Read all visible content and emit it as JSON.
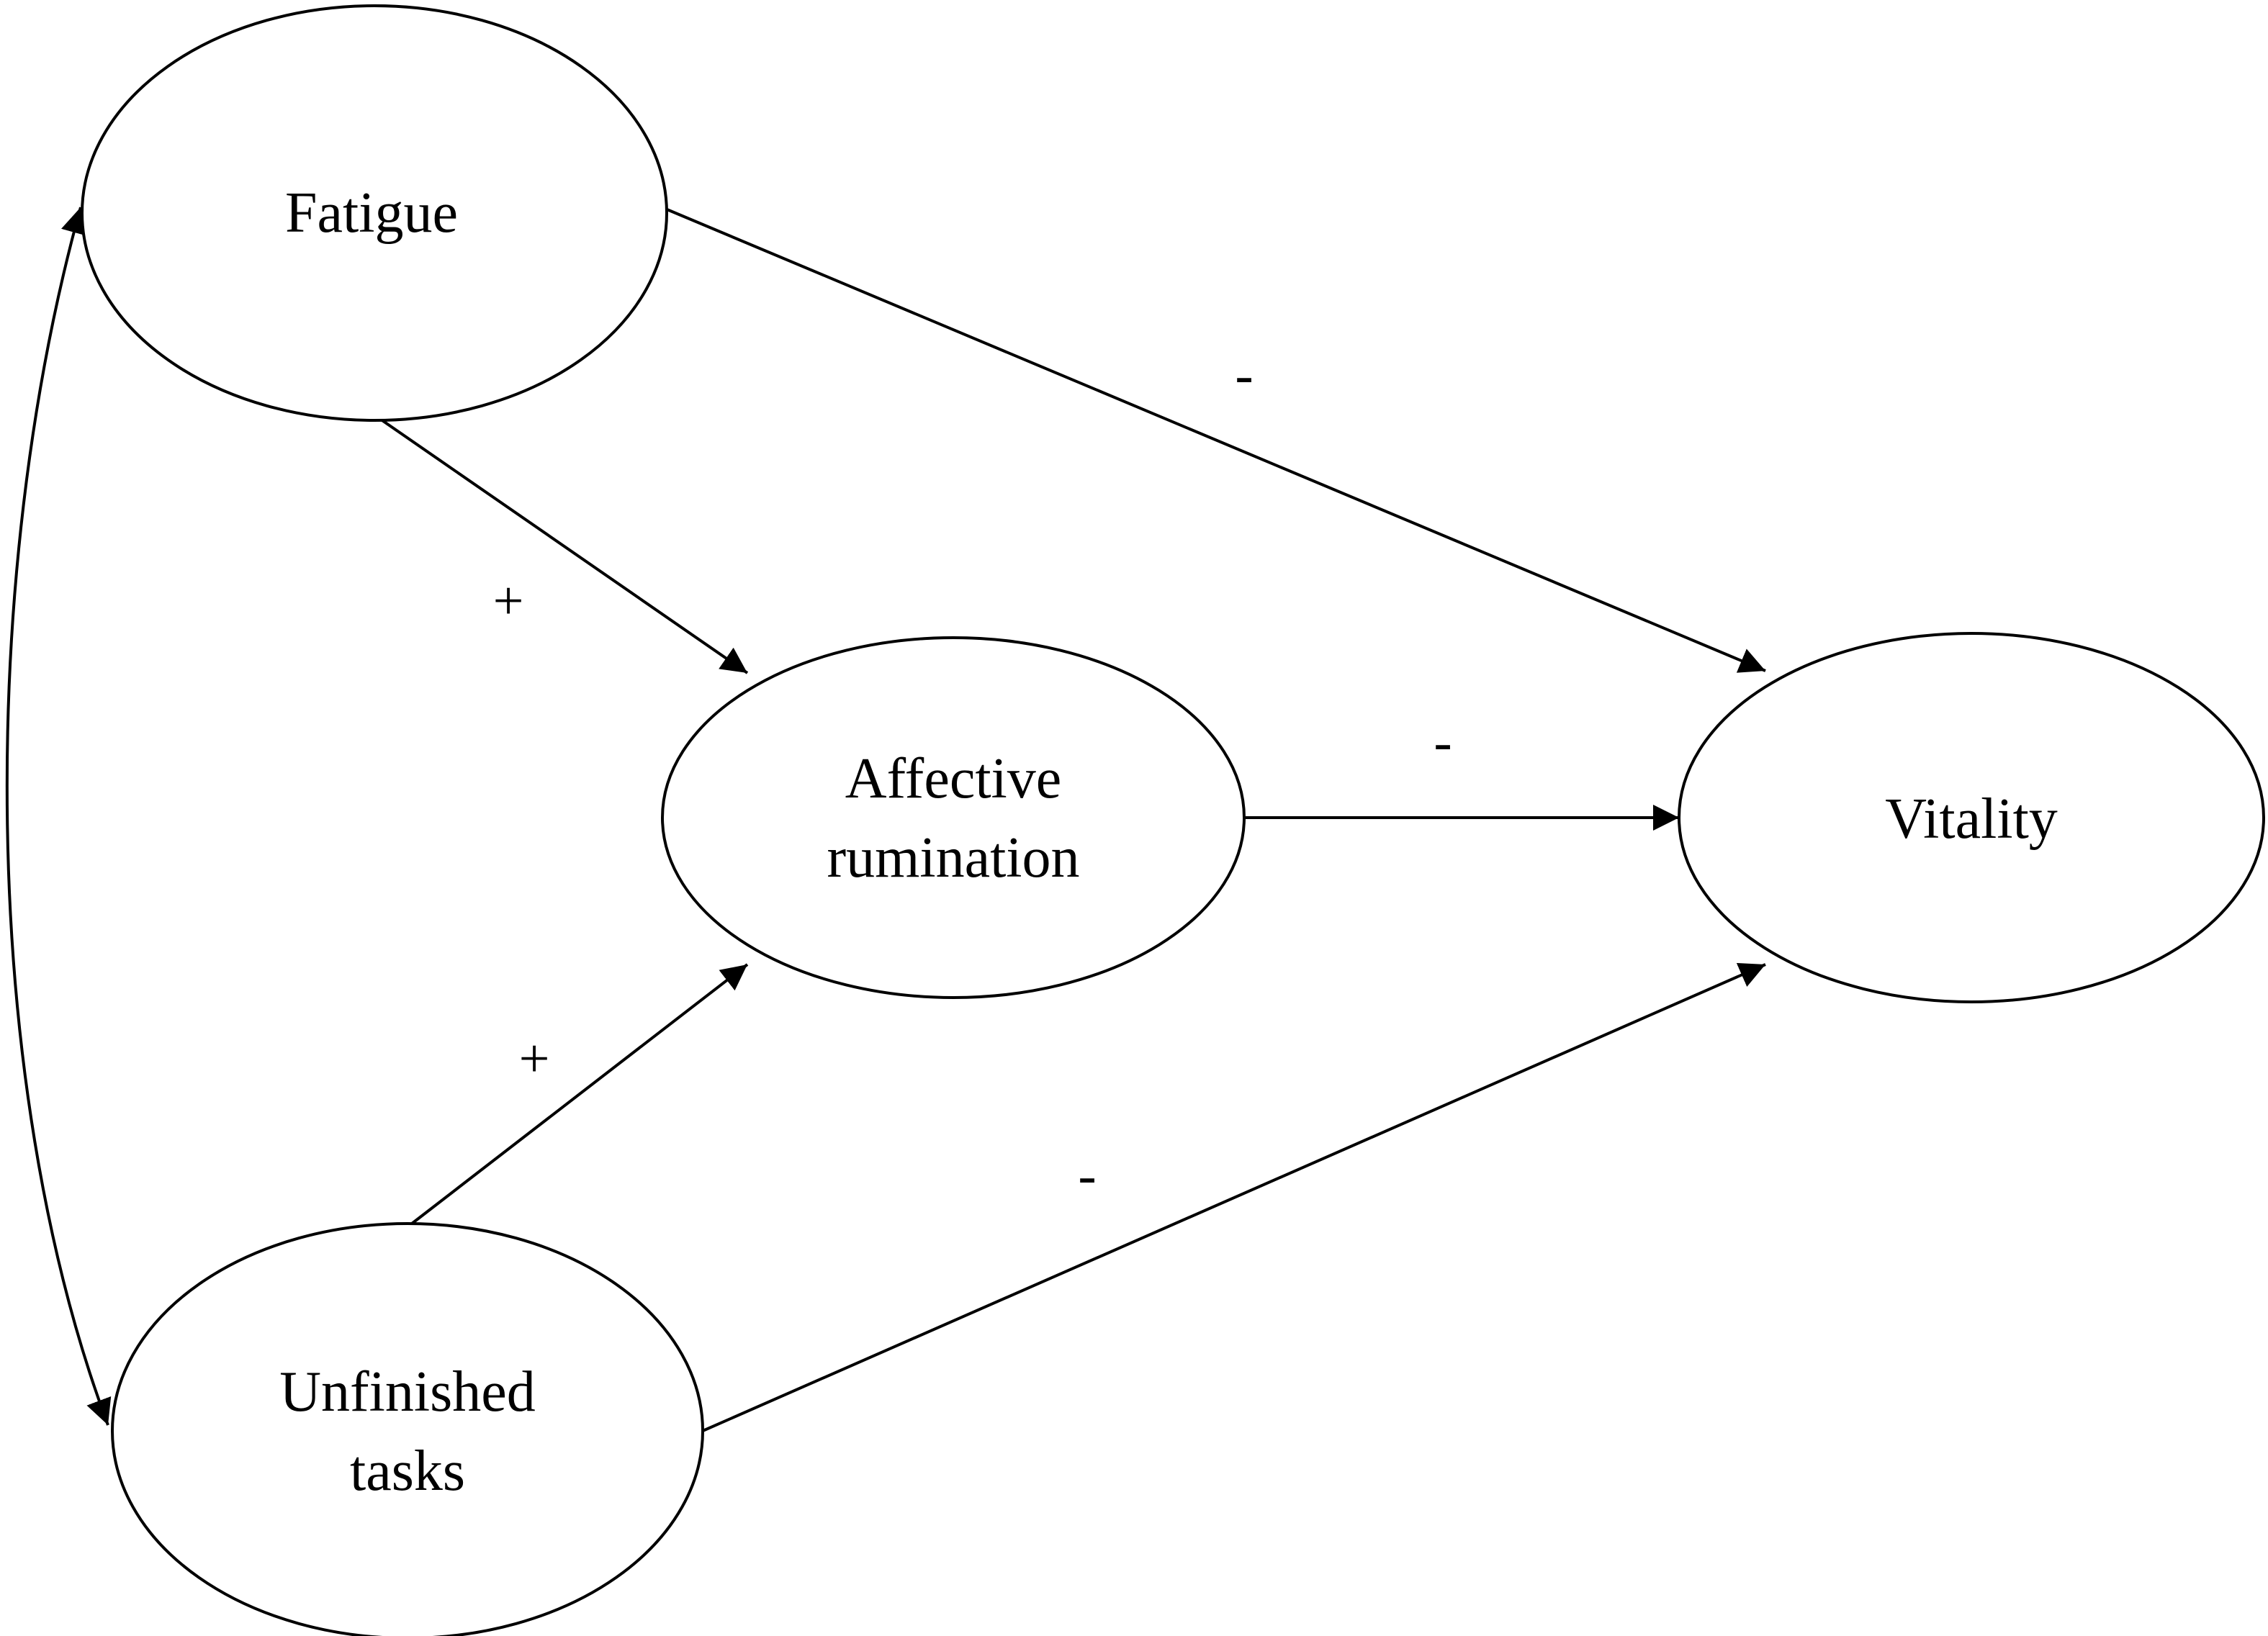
{
  "nodes": {
    "fatigue": {
      "label_lines": [
        "Fatigue"
      ]
    },
    "affective_rumination": {
      "label_lines": [
        "Affective",
        "rumination"
      ]
    },
    "unfinished_tasks": {
      "label_lines": [
        "Unfinished",
        "tasks"
      ]
    },
    "vitality": {
      "label_lines": [
        "Vitality"
      ]
    }
  },
  "edges": {
    "fatigue_to_rumination": {
      "sign": "+"
    },
    "unfinished_to_rumination": {
      "sign": "+"
    },
    "fatigue_to_vitality": {
      "sign": "-"
    },
    "rumination_to_vitality": {
      "sign": "-"
    },
    "unfinished_to_vitality": {
      "sign": "-"
    },
    "fatigue_unfinished_covariance": {
      "sign": ""
    }
  }
}
